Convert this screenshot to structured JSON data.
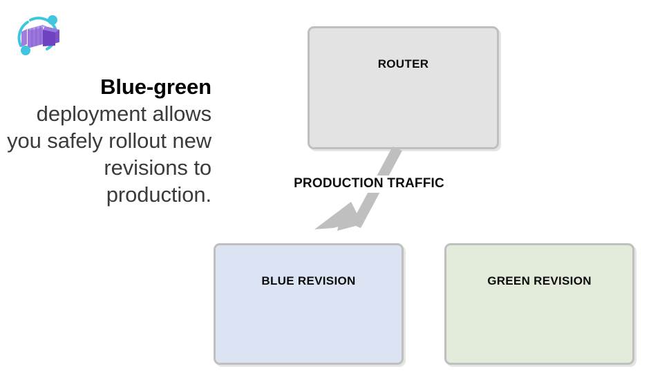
{
  "slide": {
    "background_color": "#ffffff",
    "logo": {
      "name": "azure-container-apps-logo",
      "purple": "#8661c5",
      "purple_dark": "#6f42c1",
      "purple_light": "#a07de0",
      "accent_cyan": "#3fc5e0"
    },
    "caption": {
      "lead": "Blue-green",
      "rest": " deployment allows you safely rollout new revisions to production.",
      "full_text": "Blue-green deployment allows you safely rollout new revisions to production.",
      "lead_color": "#000000",
      "body_color": "#3b3b3b"
    },
    "nodes": [
      {
        "id": "router",
        "label": "ROUTER",
        "fill": "#e3e3e3",
        "border": "#bfbfbf"
      },
      {
        "id": "blue-revision",
        "label": "BLUE REVISION",
        "fill": "#dce3f2",
        "border": "#bfbfbf"
      },
      {
        "id": "green-revision",
        "label": "GREEN REVISION",
        "fill": "#e2ebda",
        "border": "#bfbfbf"
      }
    ],
    "connector": {
      "label": "PRODUCTION TRAFFIC",
      "from": "router",
      "to": "blue-revision",
      "color": "#bfbfbf",
      "direction": "down-left"
    }
  }
}
